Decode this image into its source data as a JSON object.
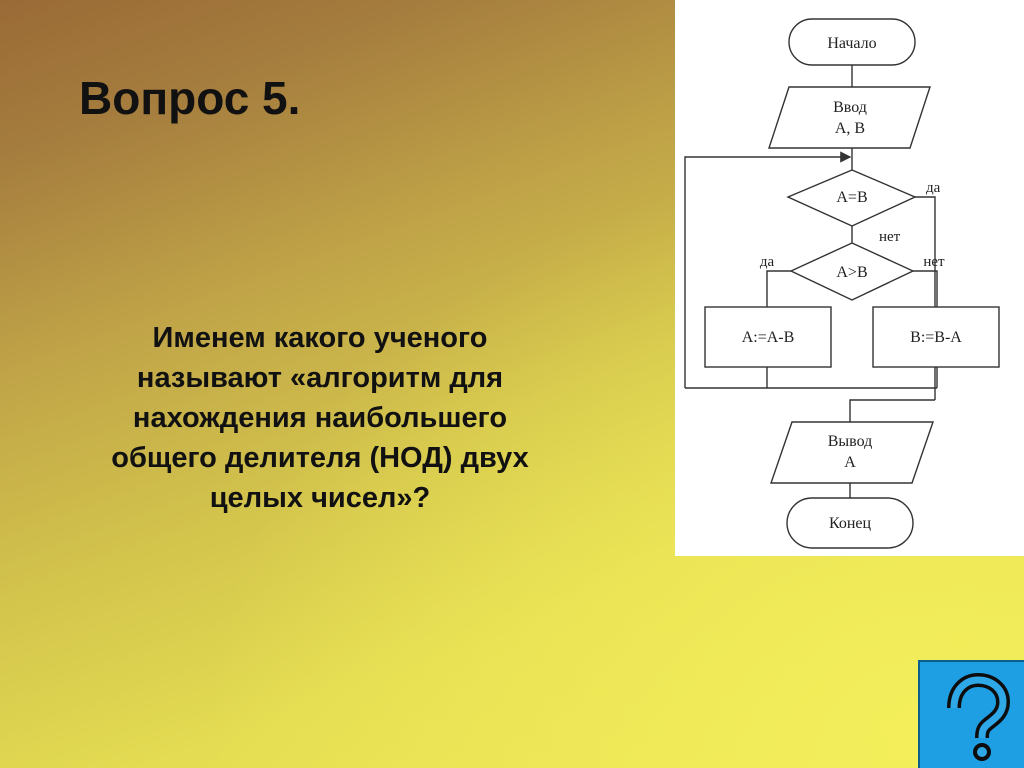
{
  "slide": {
    "title": "Вопрос 5.",
    "question_lines": [
      "Именем какого ученого",
      "называют «алгоритм для",
      "нахождения наибольшего",
      "общего делителя (НОД) двух",
      "целых чисел»?"
    ]
  },
  "flowchart": {
    "start": "Начало",
    "input_line1": "Ввод",
    "input_line2": "А, В",
    "cond_equal": "А=В",
    "cond_greater": "А>В",
    "assign_a": "А:=А-В",
    "assign_b": "В:=В-А",
    "output_line1": "Вывод",
    "output_line2": "А",
    "end": "Конец",
    "label_yes_equal": "да",
    "label_no_equal": "нет",
    "label_yes_greater": "да",
    "label_no_greater": "нет"
  },
  "help_button": {
    "icon": "question-mark-icon",
    "color": "#1f9fe3"
  },
  "colors": {
    "background_top_left": "#9a6a36",
    "background_bottom_right": "#efe95a",
    "panel": "#ffffff",
    "text": "#111111"
  }
}
